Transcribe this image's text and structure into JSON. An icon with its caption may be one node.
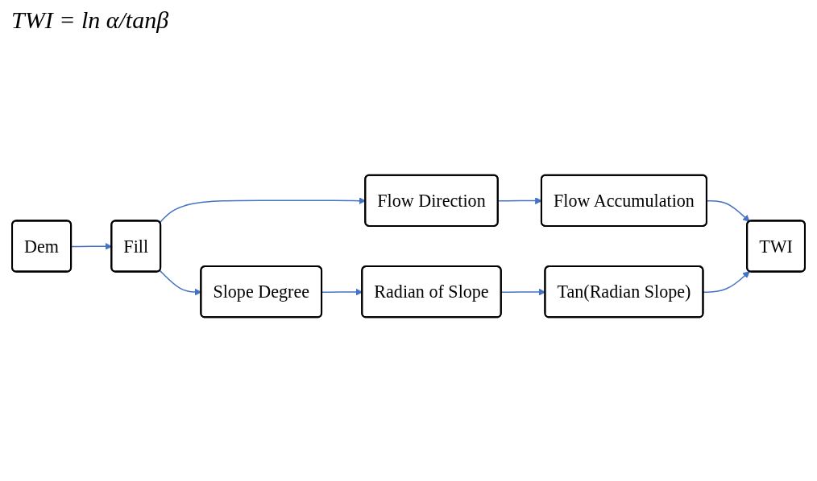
{
  "diagram": {
    "title": "TWI = ln α/tanβ",
    "nodes": [
      {
        "text": [
          "Dem"
        ]
      },
      {
        "text": [
          "Fill"
        ]
      },
      {
        "text": [
          "Flow Direction"
        ]
      },
      {
        "text": [
          "Flow Accumulation"
        ]
      },
      {
        "text": [
          "Slope Degree"
        ]
      },
      {
        "text": [
          "Radian of Slope"
        ]
      },
      {
        "text": [
          "Tan(Radian Slope)"
        ]
      },
      {
        "text": [
          "TWI"
        ]
      }
    ],
    "edges": [
      {
        "from": 0,
        "to": 1,
        "arrow": "to"
      },
      {
        "from": 1,
        "to": 2,
        "arrow": "to"
      },
      {
        "from": 2,
        "to": 3,
        "arrow": "to"
      },
      {
        "from": 1,
        "to": 4,
        "arrow": "to"
      },
      {
        "from": 3,
        "to": 7,
        "arrow": "to"
      },
      {
        "from": 4,
        "to": 5,
        "arrow": "to"
      },
      {
        "from": 5,
        "to": 6,
        "arrow": "to"
      },
      {
        "from": 6,
        "to": 7,
        "arrow": "to"
      }
    ]
  }
}
